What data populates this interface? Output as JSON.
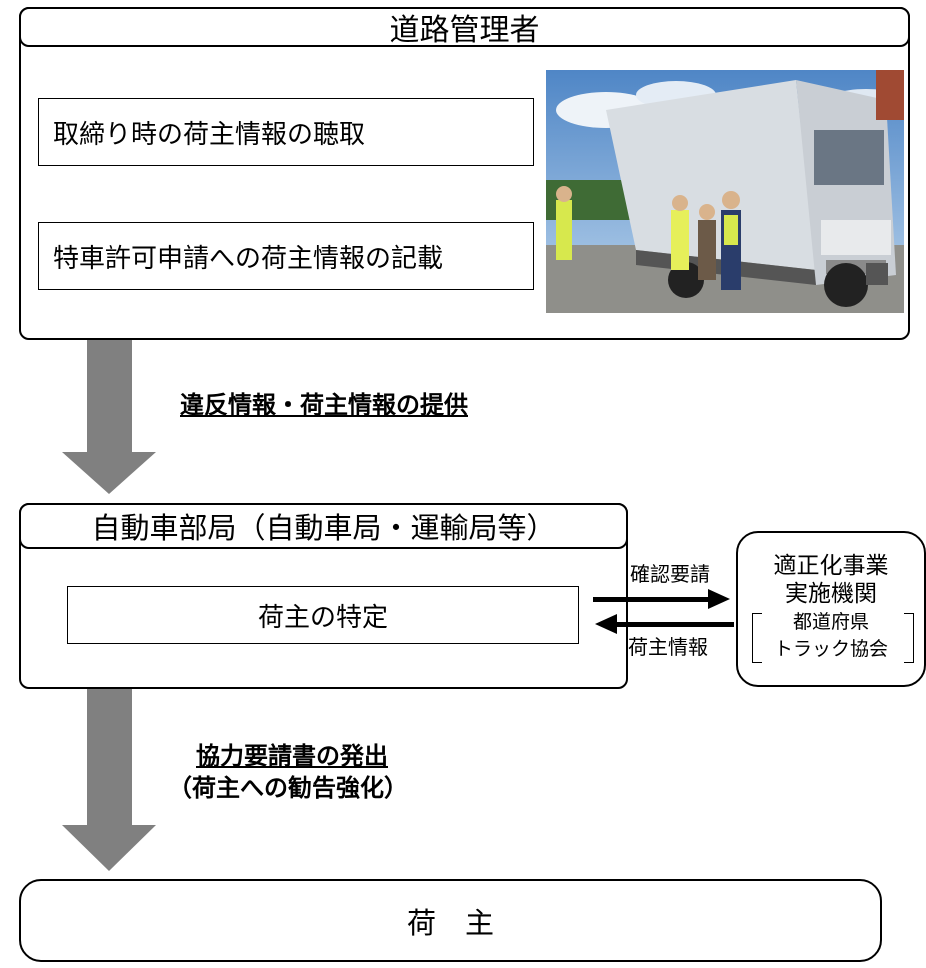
{
  "road_admin": {
    "title": "道路管理者",
    "items": [
      "取締り時の荷主情報の聴取",
      "特車許可申請への荷主情報の記載"
    ]
  },
  "arrow_labels": {
    "provision": "違反情報・荷主情報の提供",
    "request_letter": "協力要請書の発出",
    "recommendation": "（荷主への勧告強化）"
  },
  "bureau": {
    "title": "自動車部局（自動車局・運輸局等）",
    "item": "荷主の特定"
  },
  "exchange": {
    "request": "確認要請",
    "info": "荷主情報"
  },
  "agency": {
    "line1": "適正化事業",
    "line2": "実施機関",
    "line3": "都道府県",
    "line4": "トラック協会"
  },
  "shipper": {
    "label": "荷　主"
  }
}
